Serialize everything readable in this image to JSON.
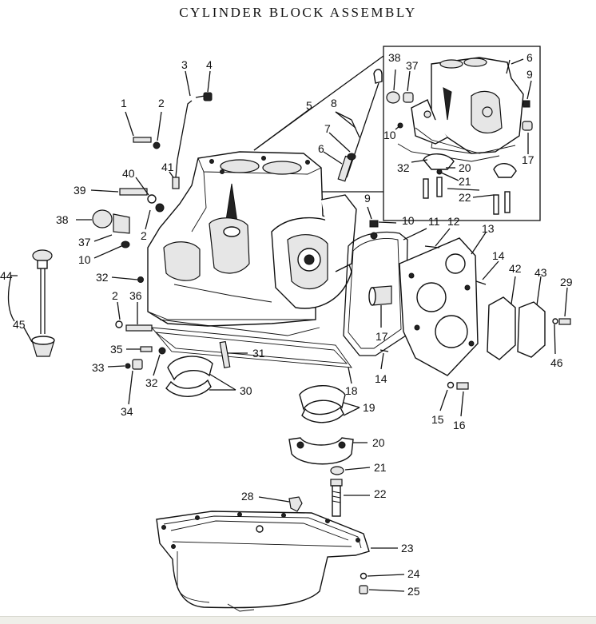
{
  "title": "CYLINDER BLOCK ASSEMBLY",
  "labels": [
    {
      "id": "1",
      "text": "1"
    },
    {
      "id": "2a",
      "text": "2"
    },
    {
      "id": "3",
      "text": "3"
    },
    {
      "id": "4",
      "text": "4"
    },
    {
      "id": "5",
      "text": "5"
    },
    {
      "id": "8",
      "text": "8"
    },
    {
      "id": "7",
      "text": "7"
    },
    {
      "id": "6a",
      "text": "6"
    },
    {
      "id": "38a",
      "text": "38"
    },
    {
      "id": "37a",
      "text": "37"
    },
    {
      "id": "6b",
      "text": "6"
    },
    {
      "id": "9a",
      "text": "9"
    },
    {
      "id": "10a",
      "text": "10"
    },
    {
      "id": "17a",
      "text": "17"
    },
    {
      "id": "32a",
      "text": "32"
    },
    {
      "id": "20a",
      "text": "20"
    },
    {
      "id": "21a",
      "text": "21"
    },
    {
      "id": "22a",
      "text": "22"
    },
    {
      "id": "39",
      "text": "39"
    },
    {
      "id": "40",
      "text": "40"
    },
    {
      "id": "41",
      "text": "41"
    },
    {
      "id": "38b",
      "text": "38"
    },
    {
      "id": "37b",
      "text": "37"
    },
    {
      "id": "2b",
      "text": "2"
    },
    {
      "id": "10b",
      "text": "10"
    },
    {
      "id": "9b",
      "text": "9"
    },
    {
      "id": "10c",
      "text": "10"
    },
    {
      "id": "11",
      "text": "11"
    },
    {
      "id": "12",
      "text": "12"
    },
    {
      "id": "13",
      "text": "13"
    },
    {
      "id": "14a",
      "text": "14"
    },
    {
      "id": "42",
      "text": "42"
    },
    {
      "id": "43",
      "text": "43"
    },
    {
      "id": "29",
      "text": "29"
    },
    {
      "id": "44",
      "text": "44"
    },
    {
      "id": "45",
      "text": "45"
    },
    {
      "id": "32b",
      "text": "32"
    },
    {
      "id": "2c",
      "text": "2"
    },
    {
      "id": "36",
      "text": "36"
    },
    {
      "id": "17b",
      "text": "17"
    },
    {
      "id": "46",
      "text": "46"
    },
    {
      "id": "35",
      "text": "35"
    },
    {
      "id": "31",
      "text": "31"
    },
    {
      "id": "33",
      "text": "33"
    },
    {
      "id": "32c",
      "text": "32"
    },
    {
      "id": "30",
      "text": "30"
    },
    {
      "id": "34",
      "text": "34"
    },
    {
      "id": "18",
      "text": "18"
    },
    {
      "id": "14b",
      "text": "14"
    },
    {
      "id": "19",
      "text": "19"
    },
    {
      "id": "15",
      "text": "15"
    },
    {
      "id": "16",
      "text": "16"
    },
    {
      "id": "20b",
      "text": "20"
    },
    {
      "id": "21b",
      "text": "21"
    },
    {
      "id": "28",
      "text": "28"
    },
    {
      "id": "22b",
      "text": "22"
    },
    {
      "id": "23",
      "text": "23"
    },
    {
      "id": "24",
      "text": "24"
    },
    {
      "id": "25",
      "text": "25"
    }
  ]
}
